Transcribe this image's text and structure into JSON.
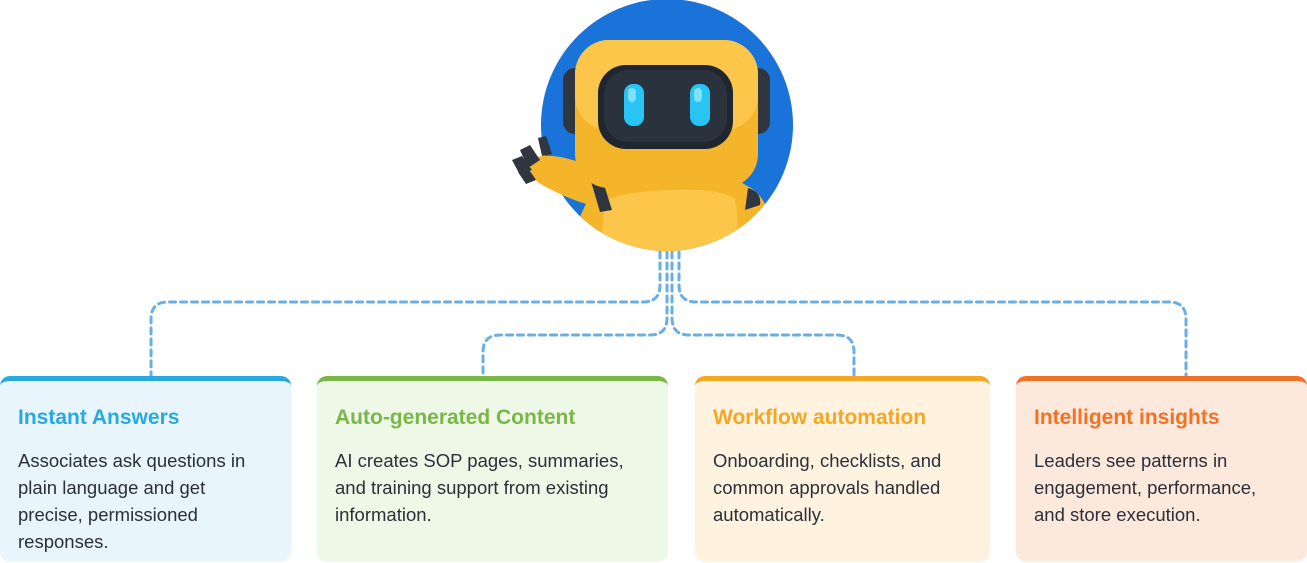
{
  "colors": {
    "connector": "#6aaee6",
    "robot_circle": "#1a73d9",
    "card_accents": [
      "#29a9e0",
      "#7ab648",
      "#f5a623",
      "#f07227"
    ]
  },
  "mascot": {
    "icon": "robot-mascot-icon"
  },
  "cards": [
    {
      "title": "Instant Answers",
      "body": "Associates ask questions in plain language and get precise, permissioned responses."
    },
    {
      "title": "Auto-generated Content",
      "body": "AI creates SOP pages, summaries, and training support from existing information."
    },
    {
      "title": "Workflow automation",
      "body": "Onboarding, checklists, and common approvals handled automatically."
    },
    {
      "title": "Intelligent insights",
      "body": "Leaders see patterns in engagement, performance, and store execution."
    }
  ]
}
